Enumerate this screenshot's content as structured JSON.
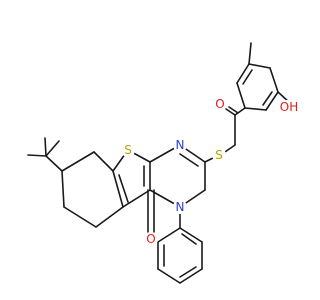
{
  "molecule": {
    "atoms": {
      "sulfur_ring": {
        "symbol": "S",
        "color": "#b5a300"
      },
      "nitrogen_top": {
        "symbol": "N",
        "color": "#2a3fd6"
      },
      "sulfur_thioether": {
        "symbol": "S",
        "color": "#b5a300"
      },
      "nitrogen_phenyl": {
        "symbol": "N",
        "color": "#2a3fd6"
      },
      "oxygen_ketone": {
        "symbol": "O",
        "color": "#e0201b"
      },
      "oxygen_pyrimidinone": {
        "symbol": "O",
        "color": "#e0201b"
      },
      "hydroxyl": {
        "symbol": "OH",
        "color": "#e0201b"
      }
    }
  }
}
